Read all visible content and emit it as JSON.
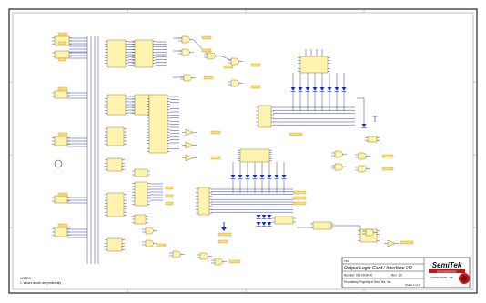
{
  "title_block": {
    "title": "Output Logic Card / Interface I/O",
    "company": "SemiTek",
    "company_sub": "ENGINEERING",
    "company_note": "GERMANTOWN · MD",
    "line1": "Number: 001-0006-00",
    "line2": "Proprietary Property of SemiTek, Inc.",
    "rev_text": "Rev: 1.0",
    "sheet_text": "Sheet 1 of 1"
  },
  "notes": {
    "line1": "NOTES:",
    "line2": "1. Values shown are preliminary"
  },
  "colors": {
    "border": "#333333",
    "wire": "#1d2a8c",
    "part_fill": "#fff3b0",
    "part_stroke": "#9a7a20",
    "label_fill": "#ffe066",
    "led": "#1230c8",
    "logo": "#c01616"
  }
}
